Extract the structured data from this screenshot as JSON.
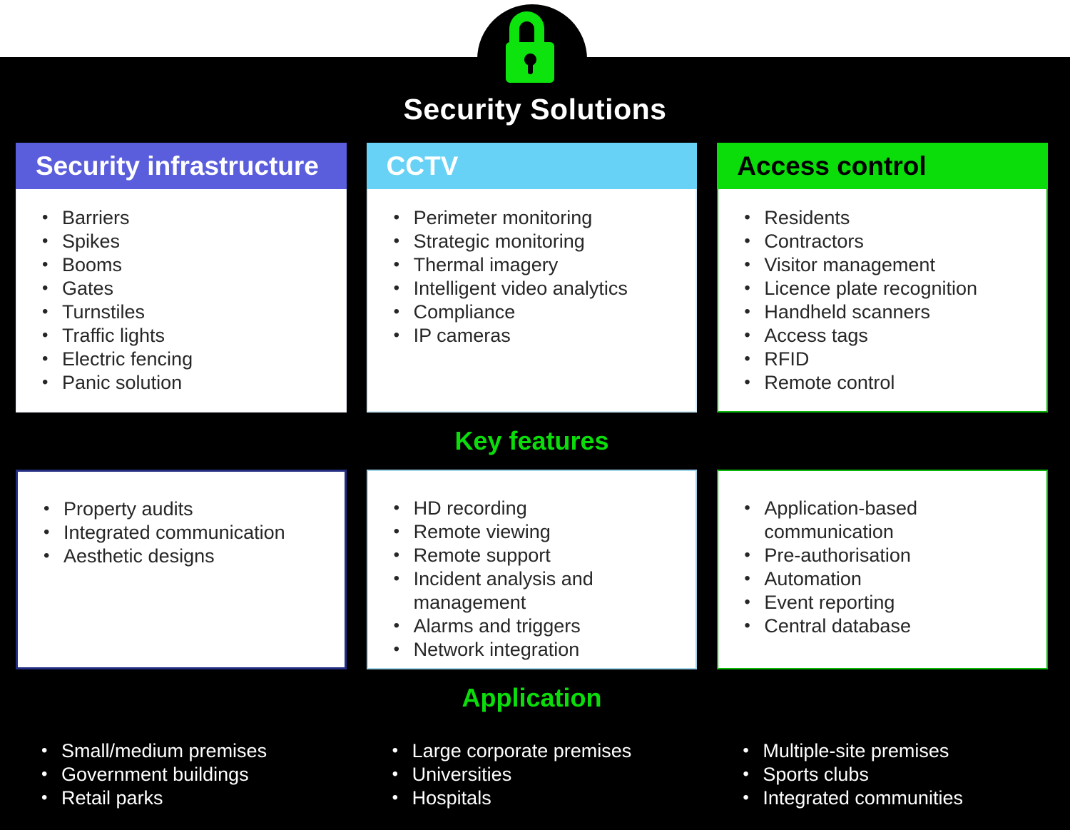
{
  "title": "Security Solutions",
  "icon": {
    "name": "padlock-icon"
  },
  "sections": {
    "key_features": "Key features",
    "application": "Application"
  },
  "colors": {
    "accent_green": "#0bdd0b",
    "header_blue": "#5a5edd",
    "header_sky": "#68d2f6",
    "navy_border": "#232e83",
    "sky_border": "#9ed3ea",
    "green_border": "#09b809",
    "background": "#000000",
    "top_strip": "#ffffff"
  },
  "columns": [
    {
      "title": "Security infrastructure",
      "solutions": [
        "Barriers",
        "Spikes",
        "Booms",
        "Gates",
        "Turnstiles",
        "Traffic lights",
        "Electric fencing",
        "Panic solution"
      ],
      "key_features": [
        "Property audits",
        "Integrated communication",
        "Aesthetic designs"
      ],
      "applications": [
        "Small/medium premises",
        "Government buildings",
        "Retail parks"
      ]
    },
    {
      "title": "CCTV",
      "solutions": [
        "Perimeter monitoring",
        "Strategic monitoring",
        "Thermal imagery",
        "Intelligent video analytics",
        "Compliance",
        "IP cameras"
      ],
      "key_features": [
        "HD recording",
        "Remote viewing",
        "Remote support",
        "Incident analysis and management",
        "Alarms and triggers",
        "Network integration"
      ],
      "applications": [
        "Large corporate premises",
        "Universities",
        "Hospitals"
      ]
    },
    {
      "title": "Access control",
      "solutions": [
        "Residents",
        "Contractors",
        "Visitor management",
        "Licence plate recognition",
        "Handheld scanners",
        "Access tags",
        "RFID",
        "Remote control"
      ],
      "key_features": [
        "Application-based communication",
        "Pre-authorisation",
        "Automation",
        "Event reporting",
        "Central database"
      ],
      "applications": [
        "Multiple-site premises",
        "Sports clubs",
        "Integrated communities"
      ]
    }
  ]
}
